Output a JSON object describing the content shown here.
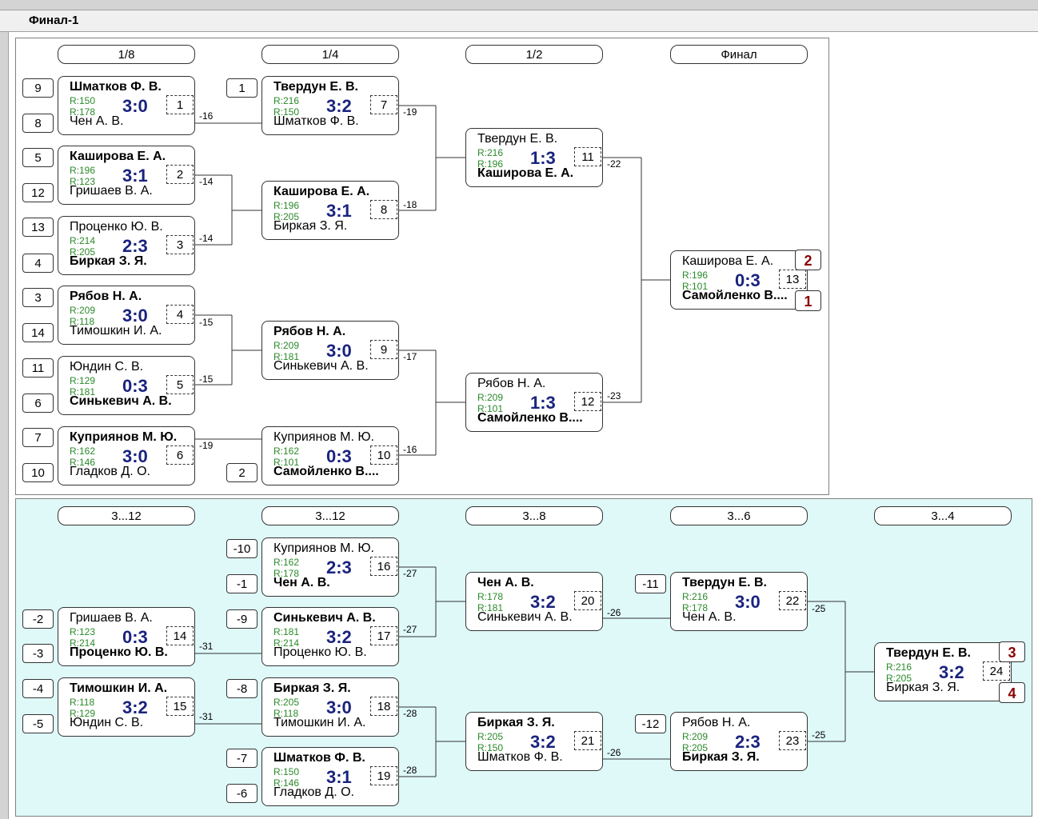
{
  "window": {
    "title": "Финал-1"
  },
  "top": {
    "rounds": [
      "1/8",
      "1/4",
      "1/2",
      "Финал"
    ],
    "seeds": [
      "9",
      "8",
      "5",
      "12",
      "13",
      "4",
      "3",
      "14",
      "11",
      "6",
      "7",
      "10",
      "1",
      "2"
    ],
    "matches": [
      {
        "p1": "Шматков Ф. В.",
        "r1": "R:150",
        "r2": "R:178",
        "p2": "Чен А. В.",
        "score": "3:0",
        "no": "1",
        "loser": "-16"
      },
      {
        "p1": "Каширова Е. А.",
        "r1": "R:196",
        "r2": "R:123",
        "p2": "Гришаев В. А.",
        "score": "3:1",
        "no": "2",
        "loser": "-14"
      },
      {
        "p1": "Проценко Ю. В.",
        "r1": "R:214",
        "r2": "R:205",
        "p2": "Биркая З. Я.",
        "score": "2:3",
        "no": "3",
        "loser": "-14"
      },
      {
        "p1": "Рябов Н. А.",
        "r1": "R:209",
        "r2": "R:118",
        "p2": "Тимошкин И. А.",
        "score": "3:0",
        "no": "4",
        "loser": "-15"
      },
      {
        "p1": "Юндин С. В.",
        "r1": "R:129",
        "r2": "R:181",
        "p2": "Синькевич А. В.",
        "score": "0:3",
        "no": "5",
        "loser": "-15"
      },
      {
        "p1": "Куприянов М. Ю.",
        "r1": "R:162",
        "r2": "R:146",
        "p2": "Гладков Д. О.",
        "score": "3:0",
        "no": "6",
        "loser": "-19"
      },
      {
        "p1": "Твердун Е. В.",
        "r1": "R:216",
        "r2": "R:150",
        "p2": "Шматков Ф. В.",
        "score": "3:2",
        "no": "7",
        "loser": "-19"
      },
      {
        "p1": "Каширова Е. А.",
        "r1": "R:196",
        "r2": "R:205",
        "p2": "Биркая З. Я.",
        "score": "3:1",
        "no": "8",
        "loser": "-18"
      },
      {
        "p1": "Рябов Н. А.",
        "r1": "R:209",
        "r2": "R:181",
        "p2": "Синькевич А. В.",
        "score": "3:0",
        "no": "9",
        "loser": "-17"
      },
      {
        "p1": "Куприянов М. Ю.",
        "r1": "R:162",
        "r2": "R:101",
        "p2": "Самойленко В....",
        "score": "0:3",
        "no": "10",
        "loser": "-16"
      },
      {
        "p1": "Твердун Е. В.",
        "r1": "R:216",
        "r2": "R:196",
        "p2": "Каширова Е. А.",
        "score": "1:3",
        "no": "11",
        "loser": "-22"
      },
      {
        "p1": "Рябов Н. А.",
        "r1": "R:209",
        "r2": "R:101",
        "p2": "Самойленко В....",
        "score": "1:3",
        "no": "12",
        "loser": "-23"
      },
      {
        "p1": "Каширова Е. А.",
        "r1": "R:196",
        "r2": "R:101",
        "p2": "Самойленко В....",
        "score": "0:3",
        "no": "13",
        "loser": ""
      }
    ],
    "places": [
      "2",
      "1"
    ]
  },
  "bottom": {
    "rounds": [
      "3...12",
      "3...12",
      "3...8",
      "3...6",
      "3...4"
    ],
    "seeds": [
      "-10",
      "-1",
      "-2",
      "-3",
      "-9",
      "-4",
      "-5",
      "-8",
      "-7",
      "-6",
      "-11",
      "-12"
    ],
    "matches": [
      {
        "p1": "Гришаев В. А.",
        "r1": "R:123",
        "r2": "R:214",
        "p2": "Проценко Ю. В.",
        "score": "0:3",
        "no": "14",
        "loser": "-31"
      },
      {
        "p1": "Тимошкин И. А.",
        "r1": "R:118",
        "r2": "R:129",
        "p2": "Юндин С. В.",
        "score": "3:2",
        "no": "15",
        "loser": "-31"
      },
      {
        "p1": "Куприянов М. Ю.",
        "r1": "R:162",
        "r2": "R:178",
        "p2": "Чен А. В.",
        "score": "2:3",
        "no": "16",
        "loser": "-27"
      },
      {
        "p1": "Синькевич А. В.",
        "r1": "R:181",
        "r2": "R:214",
        "p2": "Проценко Ю. В.",
        "score": "3:2",
        "no": "17",
        "loser": "-27"
      },
      {
        "p1": "Биркая З. Я.",
        "r1": "R:205",
        "r2": "R:118",
        "p2": "Тимошкин И. А.",
        "score": "3:0",
        "no": "18",
        "loser": "-28"
      },
      {
        "p1": "Шматков Ф. В.",
        "r1": "R:150",
        "r2": "R:146",
        "p2": "Гладков Д. О.",
        "score": "3:1",
        "no": "19",
        "loser": "-28"
      },
      {
        "p1": "Чен А. В.",
        "r1": "R:178",
        "r2": "R:181",
        "p2": "Синькевич А. В.",
        "score": "3:2",
        "no": "20",
        "loser": "-26"
      },
      {
        "p1": "Биркая З. Я.",
        "r1": "R:205",
        "r2": "R:150",
        "p2": "Шматков Ф. В.",
        "score": "3:2",
        "no": "21",
        "loser": "-26"
      },
      {
        "p1": "Твердун Е. В.",
        "r1": "R:216",
        "r2": "R:178",
        "p2": "Чен А. В.",
        "score": "3:0",
        "no": "22",
        "loser": "-25"
      },
      {
        "p1": "Рябов Н. А.",
        "r1": "R:209",
        "r2": "R:205",
        "p2": "Биркая З. Я.",
        "score": "2:3",
        "no": "23",
        "loser": "-25"
      },
      {
        "p1": "Твердун Е. В.",
        "r1": "R:216",
        "r2": "R:205",
        "p2": "Биркая З. Я.",
        "score": "3:2",
        "no": "24",
        "loser": ""
      }
    ],
    "places": [
      "3",
      "4"
    ]
  }
}
